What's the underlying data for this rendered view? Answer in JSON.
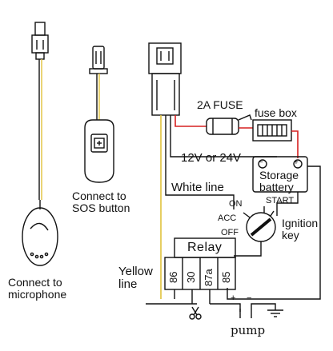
{
  "labels": {
    "microphone": "Connect to\nmicrophone",
    "sos": "Connect to\nSOS button",
    "fuse": "2A FUSE",
    "fuse_box": "fuse box",
    "voltage": "12V or 24V",
    "battery": "Storage\nbattery",
    "white_line": "White line",
    "on": "ON",
    "start": "START",
    "acc": "ACC",
    "off": "OFF",
    "ignition": "Ignition\nkey",
    "relay": "Relay",
    "yellow_line": "Yellow\nline",
    "pin86": "86",
    "pin30": "30",
    "pin87a": "87a",
    "pin85": "85",
    "pump": "pump",
    "minus": "−",
    "plus": "+",
    "pump_plus": "+",
    "pump_minus": "−"
  },
  "colors": {
    "red_wire": "#d62020",
    "yellow_wire": "#e0c23a",
    "black_wire": "#111111"
  },
  "icons": [
    "microphone-icon",
    "sos-button-icon",
    "connector-icon",
    "fuse-icon",
    "fuse-box-icon",
    "battery-icon",
    "ignition-key-icon",
    "relay-icon",
    "scissors-icon",
    "ground-icon"
  ]
}
